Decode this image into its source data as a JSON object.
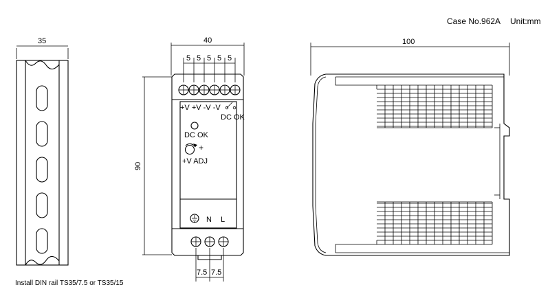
{
  "header": {
    "case_label": "Case No.962A",
    "unit_label": "Unit:mm"
  },
  "din_rail": {
    "width_dim": "35",
    "caption": "Install DIN rail TS35/7.5 or TS35/15"
  },
  "front_view": {
    "width_dim": "40",
    "height_dim": "90",
    "pitch_dims": [
      "5",
      "5",
      "5",
      "5",
      "5"
    ],
    "output_label": "+V +V -V -V",
    "dcok_relay_label": "DC OK",
    "dcok_led_label": "DC OK",
    "vadj_label": "+V ADJ",
    "vadj_plus": "+",
    "ground_label": "",
    "n_label": "N",
    "l_label": "L",
    "bottom_pitch_dims": [
      "7.5",
      "7.5"
    ]
  },
  "side_view": {
    "depth_dim": "100"
  }
}
